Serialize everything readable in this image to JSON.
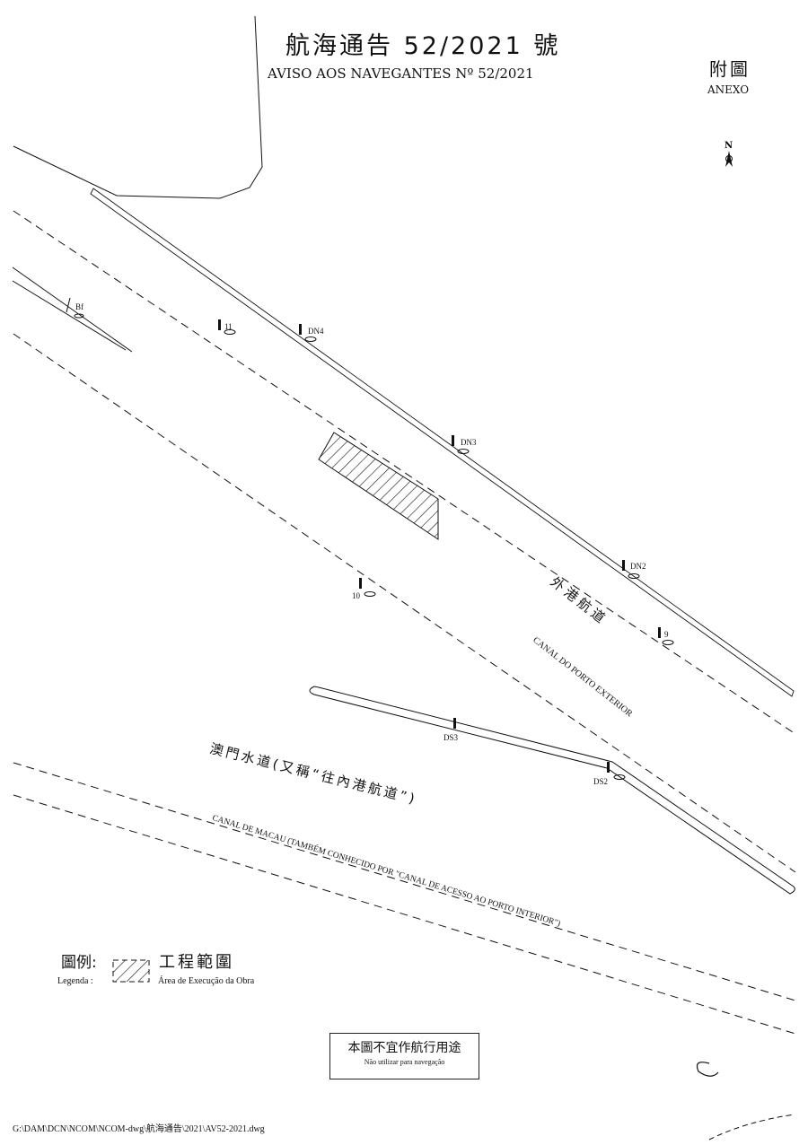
{
  "header": {
    "title_zh": "航海通告 52/2021 號",
    "title_pt": "AVISO AOS NAVEGANTES Nº 52/2021",
    "annex_zh": "附圖",
    "annex_pt": "ANEXO"
  },
  "compass": {
    "label": "N",
    "icon": "north-arrow-icon"
  },
  "map": {
    "markers": [
      {
        "id": "bf",
        "label": "Bf"
      },
      {
        "id": "11",
        "label": "11"
      },
      {
        "id": "dn4",
        "label": "DN4"
      },
      {
        "id": "dn3",
        "label": "DN3"
      },
      {
        "id": "dn2",
        "label": "DN2"
      },
      {
        "id": "10",
        "label": "10"
      },
      {
        "id": "9",
        "label": "9"
      },
      {
        "id": "ds3",
        "label": "DS3"
      },
      {
        "id": "ds2",
        "label": "DS2"
      }
    ],
    "outer_channel_zh": "外港航道",
    "outer_channel_pt": "CANAL DO PORTO EXTERIOR",
    "macau_channel_zh": "澳門水道(又稱“往內港航道”)",
    "macau_channel_pt": "CANAL DE MACAU (TAMBÉM CONHECIDO POR \"CANAL DE ACESSO AO PORTO INTERIOR\")"
  },
  "legend": {
    "label_zh": "圖例:",
    "label_pt": "Legenda :",
    "item_zh": "工程範圍",
    "item_pt": "Área de Execução da Obra"
  },
  "disclaimer": {
    "zh": "本圖不宜作航行用途",
    "pt": "Não utilizar para navegação"
  },
  "footer": {
    "file_path": "G:\\DAM\\DCN\\NCOM\\NCOM-dwg\\航海通告\\2021\\AV52-2021.dwg"
  }
}
